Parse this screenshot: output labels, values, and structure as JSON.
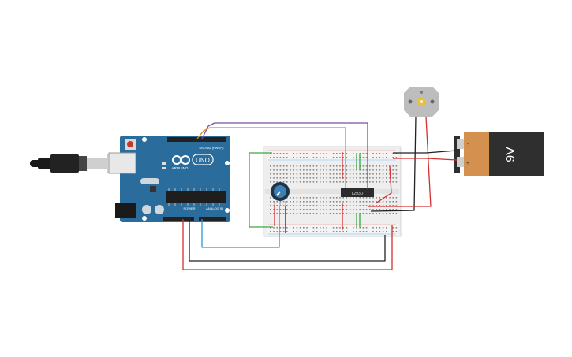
{
  "arduino": {
    "logo_text": "UNO",
    "brand_text": "ARDUINO",
    "digital_label": "DIGITAL (PWM~)",
    "power_label": "POWER",
    "analog_label": "ANALOG IN"
  },
  "driver_chip": {
    "label": "L293D"
  },
  "battery": {
    "label": "9V",
    "plus": "+",
    "minus": "-"
  },
  "colors": {
    "board_blue": "#2a6c9b",
    "wire_red": "#d32f2f",
    "wire_black": "#222222",
    "wire_orange": "#e08a1e",
    "wire_purple": "#7b4fa3",
    "wire_green": "#3aa845",
    "wire_blue": "#2a9bd6",
    "battery_orange": "#d4904f",
    "battery_dark": "#2f2f2f"
  }
}
